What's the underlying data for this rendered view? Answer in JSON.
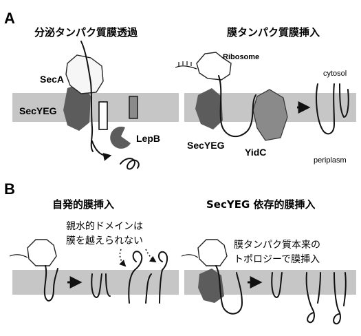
{
  "panels": {
    "a_label": "A",
    "b_label": "B"
  },
  "panel_a": {
    "left_title": "分泌タンパク質膜透過",
    "right_title": "膜タンパク質膜挿入",
    "seca": "SecA",
    "secyeg": "SecYEG",
    "lepb": "LepB",
    "ribosome": "Ribosome",
    "secyeg_right": "SecYEG",
    "yidc": "YidC",
    "cytosol": "cytosol",
    "periplasm": "periplasm"
  },
  "panel_b": {
    "left_title": "自発的膜挿入",
    "right_title": "SecYEG 依存的膜挿入",
    "left_note_line1": "親水的ドメインは",
    "left_note_line2": "膜を越えられない",
    "right_note_line1": "膜タンパク質本来の",
    "right_note_line2": "トポロジーで膜挿入"
  },
  "colors": {
    "membrane": "#c6c6c6",
    "secyeg": "#5c5c5c",
    "yidc": "#8a8a8a"
  }
}
